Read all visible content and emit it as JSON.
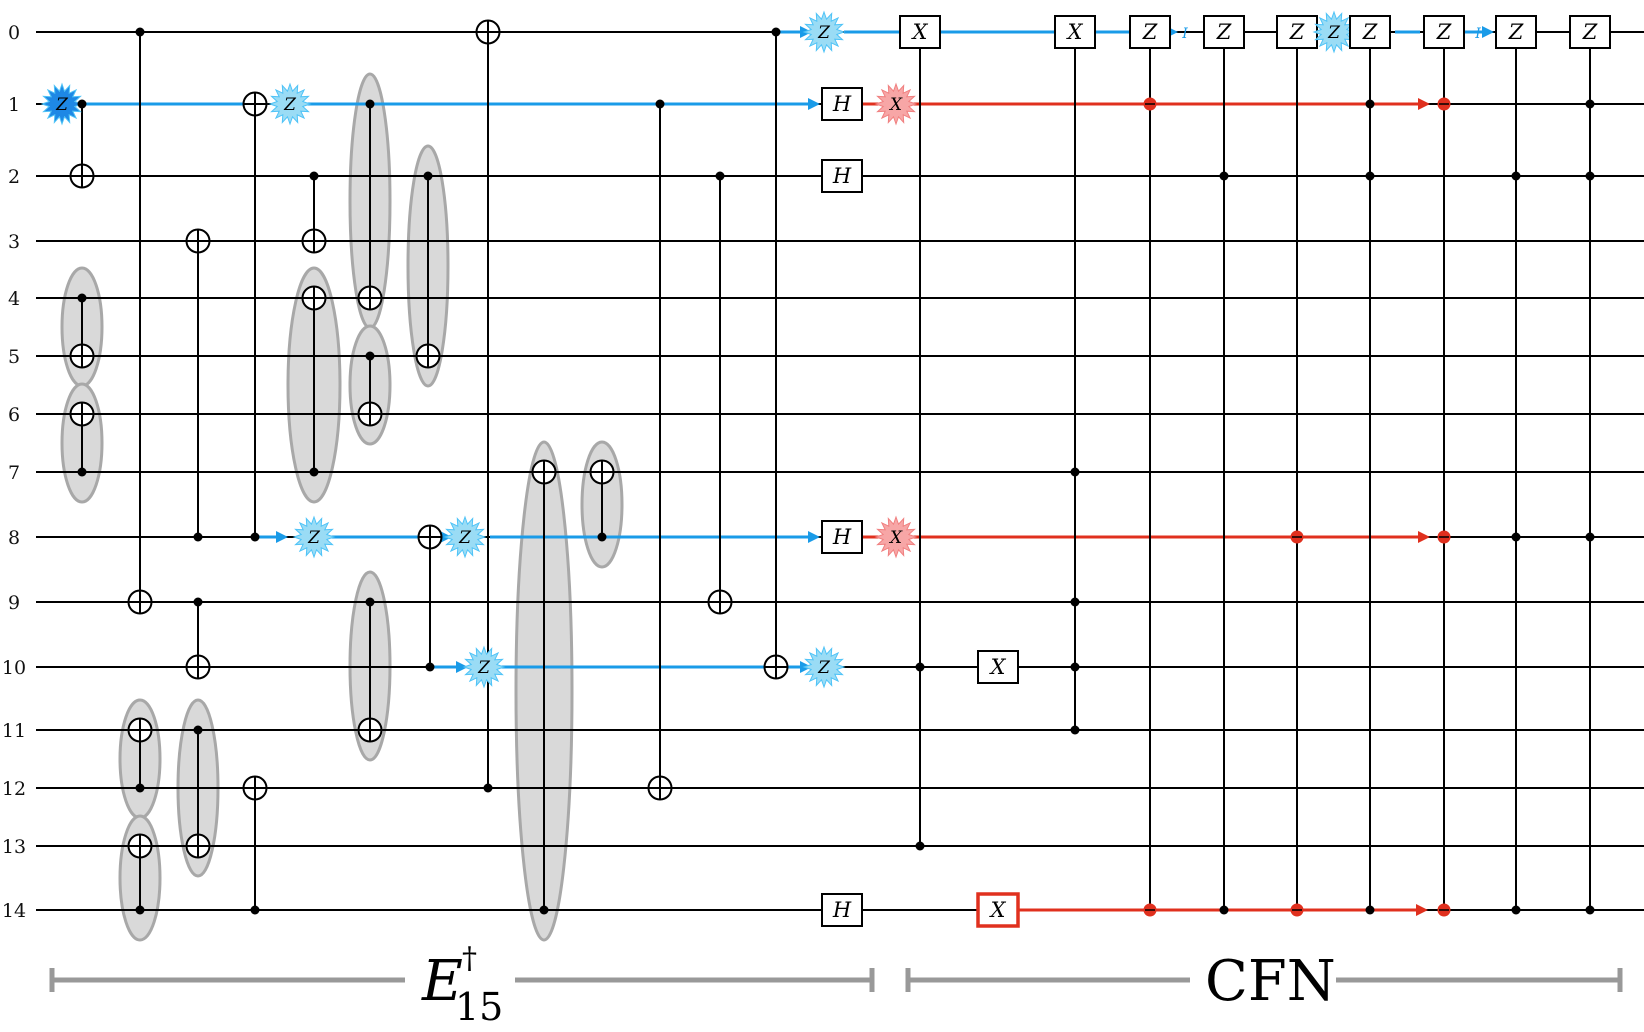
{
  "qubits": [
    "0",
    "1",
    "2",
    "3",
    "4",
    "5",
    "6",
    "7",
    "8",
    "9",
    "10",
    "11",
    "12",
    "13",
    "14"
  ],
  "colors": {
    "wire": "#000000",
    "blue": "#1a9be8",
    "red": "#e0301e",
    "group_fill": "#d9d9d9",
    "group_stroke": "#a8a8a8",
    "bracket": "#999999",
    "star_blue_fill": "#9adcf5",
    "star_blue_dark": "#1e88e5",
    "star_red_fill": "#f7a6a6"
  },
  "gate_labels": {
    "X": "X",
    "Z": "Z",
    "H": "H",
    "I": "I"
  },
  "sections": {
    "left": {
      "main": "E",
      "sup": "†",
      "sub": "15"
    },
    "right": {
      "main": "CFN"
    }
  },
  "icons": [
    "target-icon",
    "control-dot-icon",
    "starburst-icon",
    "arrow-icon"
  ]
}
